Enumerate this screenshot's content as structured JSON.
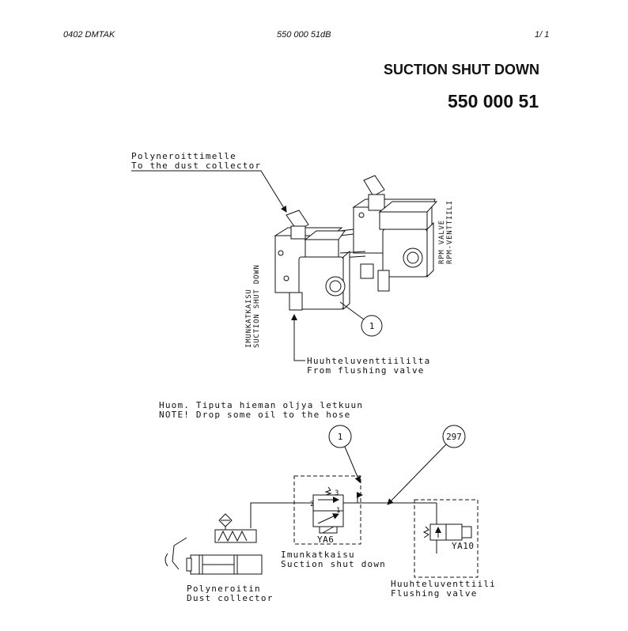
{
  "header": {
    "left": "0402   DMTAK",
    "center": "550 000 51dB",
    "right": "1/  1"
  },
  "title": "SUCTION SHUT DOWN",
  "number": "550 000 51",
  "top_drawing": {
    "dust_collector_fi": "Polyneroittimelle",
    "dust_collector_en": "To the dust collector",
    "suction_fi": "IMUNKATKAISU",
    "suction_en": "SUCTION SHUT DOWN",
    "rpm_en": "RPM VALVE",
    "rpm_fi": "RPM-VENTTIILI",
    "balloon": "1",
    "flush_fi": "Huuhteluventtiililta",
    "flush_en": "From flushing valve"
  },
  "schematic": {
    "note_fi": "Huom. Tiputa hieman oljya letkuun",
    "note_en": "NOTE! Drop some oil to the hose",
    "balloon_1": "1",
    "balloon_297": "297",
    "valve_ya6": "YA6",
    "valve_ya10": "YA10",
    "port_3": "3",
    "port_2": "2",
    "port_1": "1",
    "suction_fi": "Imunkatkaisu",
    "suction_en": "Suction shut down",
    "dust_fi": "Polyneroitin",
    "dust_en": "Dust collector",
    "flush_fi": "Huuhteluventtiili",
    "flush_en": "Flushing valve"
  }
}
